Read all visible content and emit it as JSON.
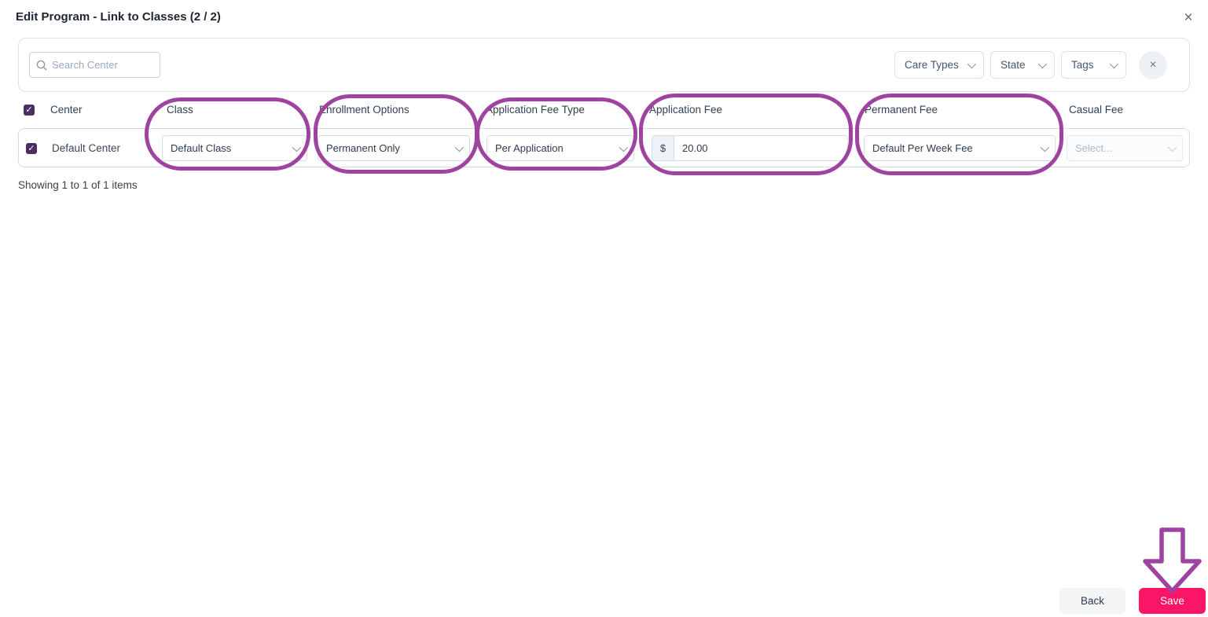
{
  "modal": {
    "title": "Edit Program - Link to Classes (2 / 2)",
    "close_icon": "×"
  },
  "search": {
    "placeholder": "Search Center"
  },
  "filters": {
    "care_types_label": "Care Types",
    "state_label": "State",
    "tags_label": "Tags",
    "clear_icon": "×"
  },
  "table": {
    "headers": [
      "Center",
      "Class",
      "Enrollment Options",
      "Application Fee Type",
      "Application Fee",
      "Permanent Fee",
      "Casual Fee"
    ],
    "row": {
      "selected": true,
      "center": "Default Center",
      "class_value": "Default Class",
      "enrollment_value": "Permanent Only",
      "fee_type_value": "Per Application",
      "currency_symbol": "$",
      "application_fee_value": "20.00",
      "permanent_fee_value": "Default Per Week Fee",
      "casual_fee_placeholder": "Select..."
    },
    "summary": "Showing 1 to 1 of 1 items",
    "check_glyph": "✓"
  },
  "footer": {
    "back_label": "Back",
    "save_label": "Save"
  },
  "annotations": {
    "highlighted_columns": [
      "Class",
      "Enrollment Options",
      "Application Fee Type",
      "Application Fee",
      "Permanent Fee"
    ],
    "arrow_target": "Save",
    "color": "#9e44a0"
  },
  "colors": {
    "save_button": "#fb1566",
    "checkbox": "#4e2d60",
    "annotation": "#9e44a0"
  }
}
